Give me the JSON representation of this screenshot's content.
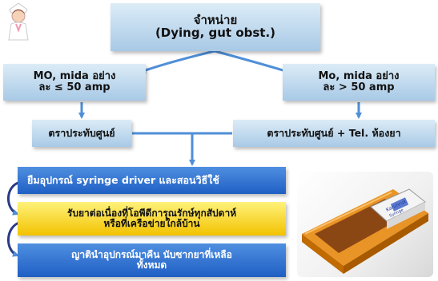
{
  "diagram": {
    "top_box": {
      "line1": "จำหน่าย",
      "line2": "(Dying, gut obst.)"
    },
    "left_box": {
      "line1": "MO, mida อย่าง",
      "line2": "ละ ≤ 50 amp"
    },
    "right_box": {
      "line1": "Mo, mida อย่าง",
      "line2": "ละ > 50 amp"
    },
    "stamp_left": {
      "text": "ตราประทับศูนย์"
    },
    "stamp_right": {
      "text": "ตราประทับศูนย์ + Tel. ห้องยา"
    },
    "step1": {
      "text": "ยืมอุปกรณ์ syringe driver และสอนวิธีใช้"
    },
    "step2": {
      "line1": "รับยาต่อเนื่องที่โอพีดีการุณรักษ์ทุกสัปดาห์",
      "line2": "หรือที่เครือข่ายใกล้บ้าน"
    },
    "step3": {
      "line1": "ญาตินำอุปกรณ์มาคืน  นับซากยาที่เหลือ",
      "line2": "ทั้งหมด"
    },
    "device_label": {
      "line1": "Karunruk",
      "line2": "Syringe"
    }
  },
  "colors": {
    "light_box": "#b7d3ec",
    "blue_box": "#2f70d0",
    "yellow_box": "#f7d21a",
    "arrow": "#4f8fd8"
  }
}
